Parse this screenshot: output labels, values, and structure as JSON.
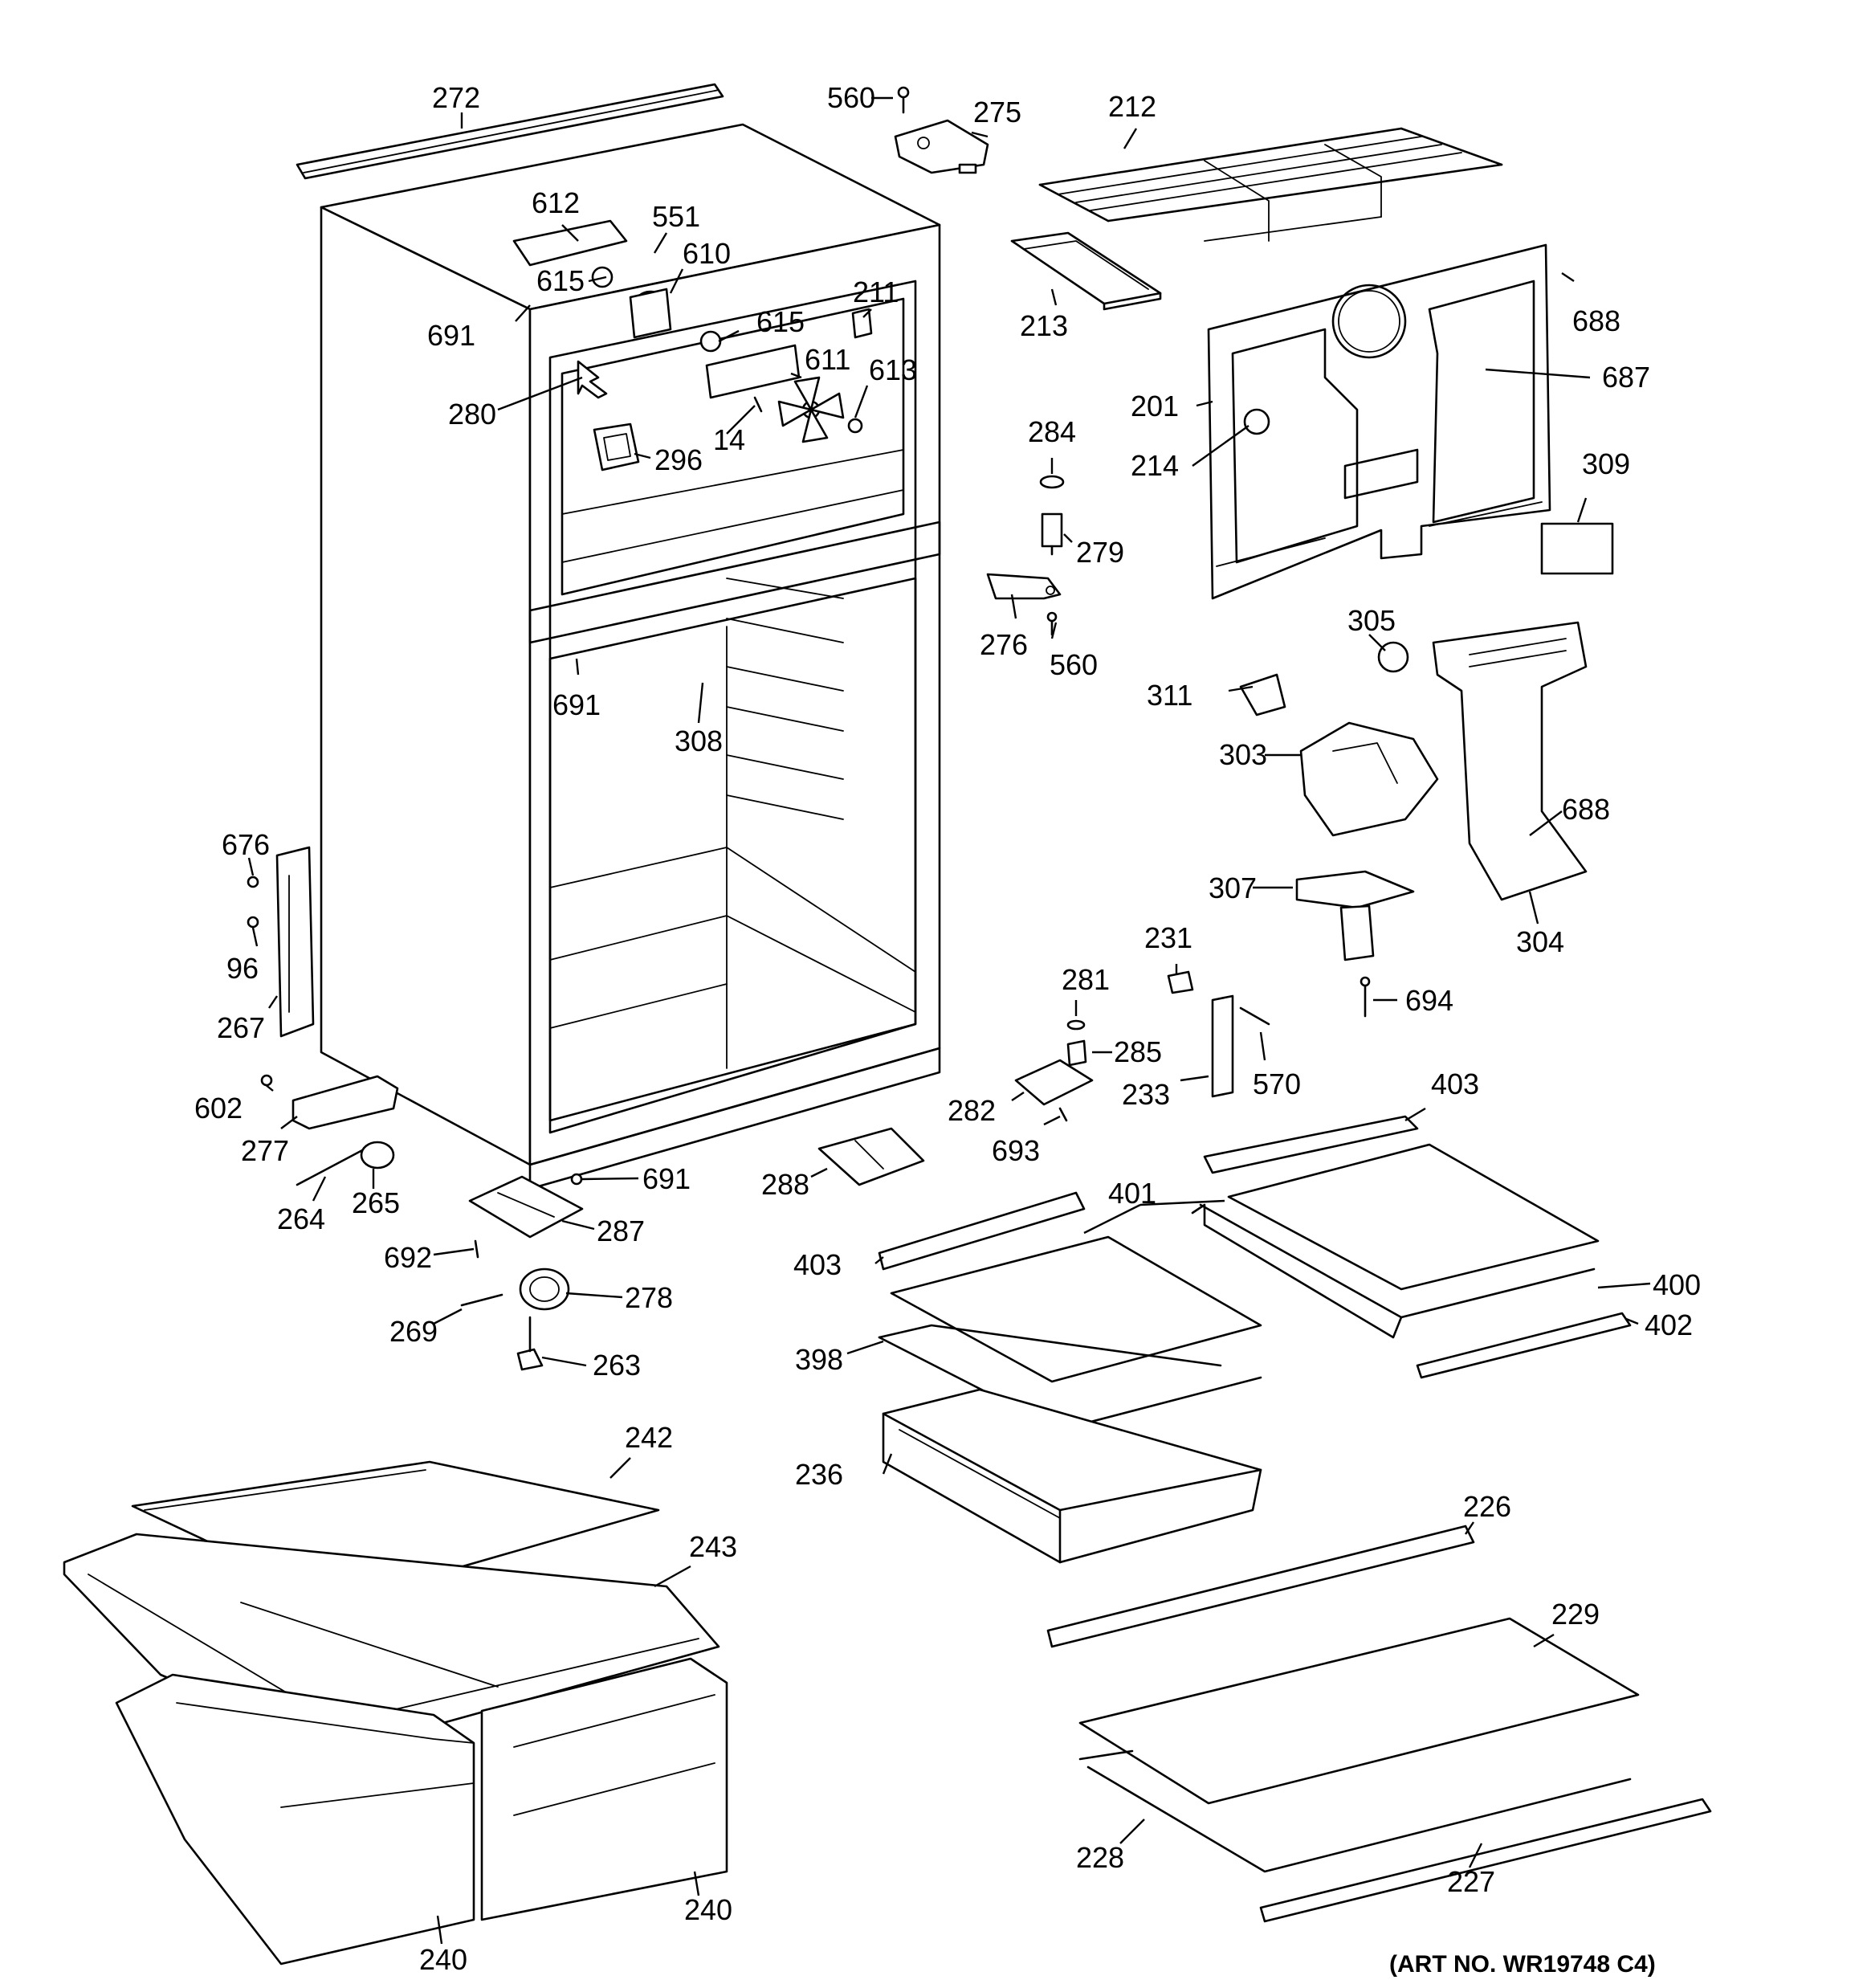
{
  "labels": {
    "p272": "272",
    "p560a": "560",
    "p275": "275",
    "p212": "212",
    "p612": "612",
    "p551": "551",
    "p610": "610",
    "p615a": "615",
    "p691a": "691",
    "p211": "211",
    "p615b": "615",
    "p611": "611",
    "p613": "613",
    "p280": "280",
    "p14": "14",
    "p296": "296",
    "p213": "213",
    "p688a": "688",
    "p687": "687",
    "p201": "201",
    "p214": "214",
    "p284": "284",
    "p279": "279",
    "p309": "309",
    "p276": "276",
    "p560b": "560",
    "p305": "305",
    "p311": "311",
    "p691b": "691",
    "p308": "308",
    "p303": "303",
    "p688b": "688",
    "p676": "676",
    "p96": "96",
    "p267": "267",
    "p307": "307",
    "p304": "304",
    "p231": "231",
    "p281": "281",
    "p694": "694",
    "p285": "285",
    "p233": "233",
    "p570": "570",
    "p602": "602",
    "p282": "282",
    "p693": "693",
    "p403a": "403",
    "p277": "277",
    "p691c": "691",
    "p288": "288",
    "p401": "401",
    "p264": "264",
    "p265": "265",
    "p287": "287",
    "p403b": "403",
    "p692": "692",
    "p400": "400",
    "p278": "278",
    "p402": "402",
    "p269": "269",
    "p398": "398",
    "p263": "263",
    "p242": "242",
    "p236": "236",
    "p243": "243",
    "p226": "226",
    "p229": "229",
    "p240a": "240",
    "p228": "228",
    "p227": "227",
    "p240b": "240"
  },
  "art_number": "(ART NO. WR19748 C4)"
}
